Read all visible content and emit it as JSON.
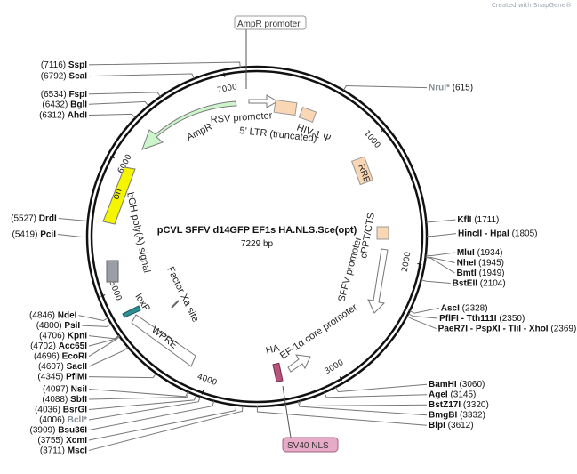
{
  "credit": "Created with SnapGene®",
  "plasmid": {
    "name": "pCVL SFFV d14GFP EF1s HA.NLS.Sce(opt)",
    "length": "7229 bp",
    "total_bp": 7229
  },
  "ticks": [
    "1000",
    "2000",
    "3000",
    "4000",
    "5000",
    "6000",
    "7000"
  ],
  "sites": [
    {
      "name": "SspI",
      "pos": "(7116)",
      "side": "left",
      "bp": 7116
    },
    {
      "name": "ScaI",
      "pos": "(6792)",
      "side": "left",
      "bp": 6792
    },
    {
      "name": "FspI",
      "pos": "(6534)",
      "side": "left",
      "bp": 6534
    },
    {
      "name": "BglI",
      "pos": "(6432)",
      "side": "left",
      "bp": 6432
    },
    {
      "name": "AhdI",
      "pos": "(6312)",
      "side": "left",
      "bp": 6312
    },
    {
      "name": "DrdI",
      "pos": "(5527)",
      "side": "left",
      "bp": 5527
    },
    {
      "name": "PciI",
      "pos": "(5419)",
      "side": "left",
      "bp": 5419
    },
    {
      "name": "NdeI",
      "pos": "(4846)",
      "side": "left",
      "bp": 4846
    },
    {
      "name": "PsiI",
      "pos": "(4800)",
      "side": "left",
      "bp": 4800
    },
    {
      "name": "KpnI",
      "pos": "(4706)",
      "side": "left",
      "bp": 4706
    },
    {
      "name": "Acc65I",
      "pos": "(4702)",
      "side": "left",
      "bp": 4702
    },
    {
      "name": "EcoRI",
      "pos": "(4696)",
      "side": "left",
      "bp": 4696
    },
    {
      "name": "SacII",
      "pos": "(4607)",
      "side": "left",
      "bp": 4607
    },
    {
      "name": "PflMI",
      "pos": "(4345)",
      "side": "left",
      "bp": 4345
    },
    {
      "name": "NsiI",
      "pos": "(4097)",
      "side": "left",
      "bp": 4097
    },
    {
      "name": "SbfI",
      "pos": "(4088)",
      "side": "left",
      "bp": 4088
    },
    {
      "name": "BsrGI",
      "pos": "(4036)",
      "side": "left",
      "bp": 4036
    },
    {
      "name": "BclI*",
      "pos": "(4006)",
      "side": "left",
      "bp": 4006,
      "gray": true
    },
    {
      "name": "Bsu36I",
      "pos": "(3909)",
      "side": "left",
      "bp": 3909
    },
    {
      "name": "XcmI",
      "pos": "(3755)",
      "side": "left",
      "bp": 3755
    },
    {
      "name": "MscI",
      "pos": "(3711)",
      "side": "left",
      "bp": 3711
    },
    {
      "name": "BlpI",
      "pos": "(3612)",
      "side": "right",
      "bp": 3612
    },
    {
      "name": "NruI*",
      "pos": "(615)",
      "side": "right",
      "bp": 615,
      "gray": true
    },
    {
      "name": "KflI",
      "pos": "(1711)",
      "side": "right",
      "bp": 1711
    },
    {
      "name": "HincII - HpaI",
      "pos": "(1805)",
      "side": "right",
      "bp": 1805
    },
    {
      "name": "MluI",
      "pos": "(1934)",
      "side": "right",
      "bp": 1934
    },
    {
      "name": "NheI",
      "pos": "(1945)",
      "side": "right",
      "bp": 1945
    },
    {
      "name": "BmtI",
      "pos": "(1949)",
      "side": "right",
      "bp": 1949
    },
    {
      "name": "BstEII",
      "pos": "(2104)",
      "side": "right",
      "bp": 2104
    },
    {
      "name": "AscI",
      "pos": "(2328)",
      "side": "right",
      "bp": 2328
    },
    {
      "name": "PflFI - Tth111I",
      "pos": "(2350)",
      "side": "right",
      "bp": 2350
    },
    {
      "name": "PaeR7I - PspXI - TliI - XhoI",
      "pos": "(2369)",
      "side": "right",
      "bp": 2369
    },
    {
      "name": "BamHI",
      "pos": "(3060)",
      "side": "right",
      "bp": 3060
    },
    {
      "name": "AgeI",
      "pos": "(3145)",
      "side": "right",
      "bp": 3145
    },
    {
      "name": "BstZ17I",
      "pos": "(3320)",
      "side": "right",
      "bp": 3320
    },
    {
      "name": "BmgBI",
      "pos": "(3332)",
      "side": "right",
      "bp": 3332
    }
  ],
  "features": {
    "ampr_promoter": "AmpR promoter",
    "rsv_promoter": "RSV promoter",
    "ltr": "5' LTR (truncated)",
    "hiv_psi": "HIV-1 Ψ",
    "rre": "RRE",
    "cppt": "cPPT/CTS",
    "sffv": "SFFV promoter",
    "ef1a": "EF-1α core promoter",
    "ha": "HA",
    "sv40_nls": "SV40 NLS",
    "wpre": "WPRE",
    "loxp": "loxP",
    "factor_xa": "Factor Xa site",
    "bgh": "bGH poly(A) signal",
    "ori": "ori",
    "ampr": "AmpR"
  },
  "colors": {
    "ampr": "#ccf5cc",
    "ori": "#f5f500",
    "ltr": "#fad7b4",
    "bgh": "#9a9ea6",
    "loxp": "#2d8f93",
    "ha": "#b8537d",
    "sv40": "#e7aac7"
  }
}
